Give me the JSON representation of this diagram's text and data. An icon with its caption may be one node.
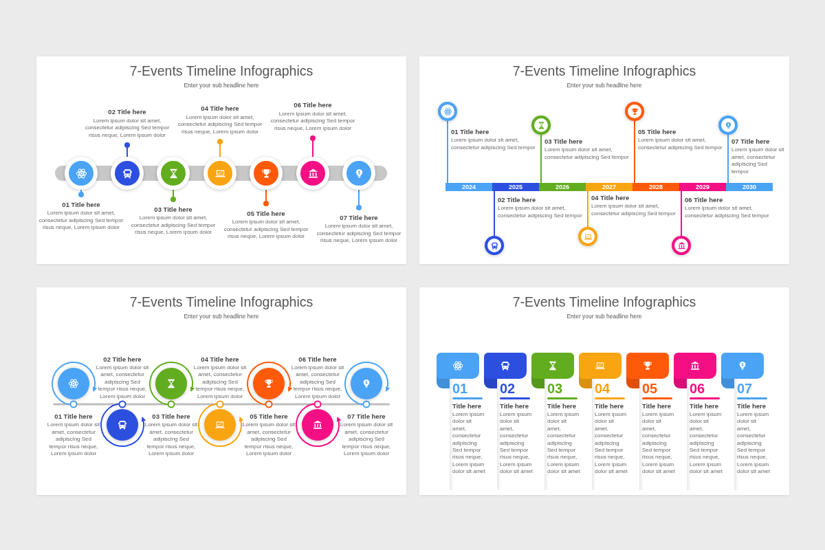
{
  "diagram": {
    "nodes": [
      {
        "text": [
          "7-Events Timeline Infographics",
          "Enter your sub headline here"
        ]
      },
      {
        "text": [],
        "shape": "circle",
        "in": 0
      },
      {
        "text": [],
        "shape": "circle",
        "in": 0
      },
      {
        "text": [],
        "shape": "circle",
        "in": 0
      },
      {
        "text": [],
        "shape": "circle",
        "in": 0
      },
      {
        "text": [],
        "shape": "circle",
        "in": 0
      },
      {
        "text": [],
        "shape": "circle",
        "in": 0
      },
      {
        "text": [],
        "shape": "circle",
        "in": 0
      },
      {
        "text": [
          "01 Title here",
          "Lorem ipsum dolor sit amet, consectetur adipiscing Sed tempor risus neque, Lorem ipsum dolor"
        ],
        "in": 0
      },
      {
        "text": [
          "02 Title here",
          "Lorem ipsum dolor sit amet, consectetur adipiscing Sed tempor risus neque, Lorem ipsum dolor"
        ],
        "in": 0
      },
      {
        "text": [
          "03 Title here",
          "Lorem ipsum dolor sit amet, consectetur adipiscing Sed tempor risus neque, Lorem ipsum dolor"
        ],
        "in": 0
      },
      {
        "text": [
          "04 Title here",
          "Lorem ipsum dolor sit amet, consectetur adipiscing Sed tempor risus neque, Lorem ipsum dolor"
        ],
        "in": 0
      },
      {
        "text": [
          "05 Title here",
          "Lorem ipsum dolor sit amet, consectetur adipiscing Sed tempor risus neque, Lorem ipsum dolor"
        ],
        "in": 0
      },
      {
        "text": [
          "06 Title here",
          "Lorem ipsum dolor sit amet, consectetur adipiscing Sed tempor risus neque, Lorem ipsum dolor"
        ],
        "in": 0
      },
      {
        "text": [
          "07 Title here",
          "Lorem ipsum dolor sit amet, consectetur adipiscing Sed tempor risus neque, Lorem ipsum dolor"
        ],
        "in": 0
      },
      {
        "text": [
          "7-Events Timeline Infographics",
          "Enter your sub headline here"
        ]
      },
      {
        "text": [
          "2024"
        ],
        "in": 15
      },
      {
        "text": [
          "2025"
        ],
        "in": 15
      },
      {
        "text": [
          "2026"
        ],
        "in": 15
      },
      {
        "text": [
          "2027"
        ],
        "in": 15
      },
      {
        "text": [
          "2028"
        ],
        "in": 15
      },
      {
        "text": [
          "2029"
        ],
        "in": 15
      },
      {
        "text": [
          "2030"
        ],
        "in": 15
      },
      {
        "text": [],
        "shape": "circle",
        "in": 15,
        "beside": [
          "01 Title here",
          "Lorem ipsum dolor sit amet, consectetur adipiscing Sed tempor"
        ]
      },
      {
        "text": [],
        "shape": "circle",
        "in": 15,
        "beside": [
          "02 Title here",
          "Lorem ipsum dolor sit amet, consectetur adipiscing Sed tempor"
        ]
      },
      {
        "text": [],
        "shape": "circle",
        "in": 15,
        "beside": [
          "03 Title here",
          "Lorem ipsum dolor sit amet, consectetur adipiscing Sed tempor"
        ]
      },
      {
        "text": [],
        "shape": "circle",
        "in": 15,
        "beside": [
          "04 Title here",
          "Lorem ipsum dolor sit amet, consectetur adipiscing Sed tempor"
        ]
      },
      {
        "text": [],
        "shape": "circle",
        "in": 15,
        "beside": [
          "05 Title here",
          "Lorem ipsum dolor sit amet, consectetur adipiscing Sed tempor"
        ]
      },
      {
        "text": [],
        "shape": "circle",
        "in": 15,
        "beside": [
          "06 Title here",
          "Lorem ipsum dolor sit amet, consectetur adipiscing Sed tempor"
        ]
      },
      {
        "text": [],
        "shape": "circle",
        "in": 15,
        "beside": [
          "07 Title here",
          "Lorem ipsum dolor sit amet, consectetur adipiscing Sed tempor"
        ]
      },
      {
        "text": [
          "7-Events Timeline Infographics",
          "Enter your sub headline here"
        ]
      },
      {
        "text": [],
        "shape": "circle",
        "in": 30,
        "beside": [
          "01 Title here",
          "Lorem ipsum dolor sit amet, consectetur adipiscing Sed tempor risus neque, Lorem ipsum dolor"
        ]
      },
      {
        "text": [],
        "shape": "circle",
        "in": 30,
        "beside": [
          "02 Title here",
          "Lorem ipsum dolor sit amet, consectetur adipiscing Sed tempor risus neque, Lorem ipsum dolor"
        ]
      },
      {
        "text": [],
        "shape": "circle",
        "in": 30,
        "beside": [
          "03 Title here",
          "Lorem ipsum dolor sit amet, consectetur adipiscing Sed tempor risus neque, Lorem ipsum dolor"
        ]
      },
      {
        "text": [],
        "shape": "circle",
        "in": 30,
        "beside": [
          "04 Title here",
          "Lorem ipsum dolor sit amet, consectetur adipiscing Sed tempor risus neque, Lorem ipsum dolor"
        ]
      },
      {
        "text": [],
        "shape": "circle",
        "in": 30,
        "beside": [
          "05 Title here",
          "Lorem ipsum dolor sit amet, consectetur adipiscing Sed tempor risus neque, Lorem ipsum dolor"
        ]
      },
      {
        "text": [],
        "shape": "circle",
        "in": 30,
        "beside": [
          "06 Title here",
          "Lorem ipsum dolor sit amet, consectetur adipiscing Sed tempor risus neque, Lorem ipsum dolor"
        ]
      },
      {
        "text": [],
        "shape": "circle",
        "in": 30,
        "beside": [
          "07 Title here",
          "Lorem ipsum dolor sit amet, consectetur adipiscing Sed tempor risus neque, Lorem ipsum dolor"
        ]
      },
      {
        "text": [
          "7-Events Timeline Infographics",
          "Enter your sub headline here"
        ]
      },
      {
        "text": [
          "01",
          "Title here",
          "Lorem ipsum dolor sit amet, consectetur adipiscing Sed tempor risus neque, Lorem ipsum dolor sit amet"
        ],
        "in": 38
      },
      {
        "text": [
          "02",
          "Title here",
          "Lorem ipsum dolor sit amet, consectetur adipiscing Sed tempor risus neque, Lorem ipsum dolor sit amet"
        ],
        "in": 38
      },
      {
        "text": [
          "03",
          "Title here",
          "Lorem ipsum dolor sit amet, consectetur adipiscing Sed tempor risus neque, Lorem ipsum dolor sit amet"
        ],
        "in": 38
      },
      {
        "text": [
          "04",
          "Title here",
          "Lorem ipsum dolor sit amet, consectetur adipiscing Sed tempor risus neque, Lorem ipsum dolor sit amet"
        ],
        "in": 38
      },
      {
        "text": [
          "05",
          "Title here",
          "Lorem ipsum dolor sit amet, consectetur adipiscing Sed tempor risus neque, Lorem ipsum dolor sit amet"
        ],
        "in": 38
      },
      {
        "text": [
          "06",
          "Title here",
          "Lorem ipsum dolor sit amet, consectetur adipiscing Sed tempor risus neque, Lorem ipsum dolor sit amet"
        ],
        "in": 38
      },
      {
        "text": [
          "07",
          "Title here",
          "Lorem ipsum dolor sit amet, consectetur adipiscing Sed tempor risus neque, Lorem ipsum dolor sit amet"
        ],
        "in": 38
      }
    ],
    "edges": [
      {
        "from": 1,
        "to": 8,
        "arrow": "other"
      },
      {
        "from": 2,
        "to": 9,
        "arrow": "other",
        "color": "#2c4fe0"
      },
      {
        "from": 3,
        "to": 10,
        "arrow": "other",
        "color": "#62ad1f"
      },
      {
        "from": 4,
        "to": 11,
        "arrow": "other",
        "color": "#f9a411"
      },
      {
        "from": 5,
        "to": 12,
        "arrow": "other",
        "color": "#ff5a0a"
      },
      {
        "from": 6,
        "to": 13,
        "arrow": "other",
        "color": "#f50f85"
      },
      {
        "from": 7,
        "to": 14,
        "arrow": "other"
      },
      {
        "from": 23,
        "to": 16,
        "arrow": "none"
      },
      {
        "from": 24,
        "to": 17,
        "arrow": "none",
        "color": "#2c4fe0"
      },
      {
        "from": 25,
        "to": 18,
        "arrow": "none",
        "color": "#62ad1f"
      },
      {
        "from": 26,
        "to": 19,
        "arrow": "none",
        "color": "#f9a411"
      },
      {
        "from": 27,
        "to": 20,
        "arrow": "none",
        "color": "#ff5a0a"
      },
      {
        "from": 28,
        "to": 21,
        "arrow": "none",
        "color": "#f50f85"
      },
      {
        "from": 29,
        "to": 22,
        "arrow": "none"
      }
    ]
  }
}
